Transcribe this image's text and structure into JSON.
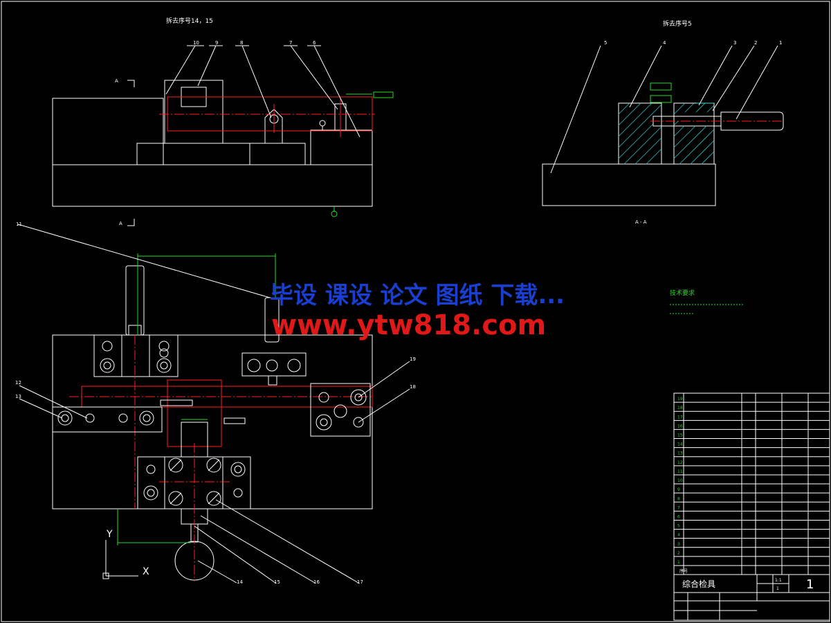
{
  "views": {
    "front_title": "拆去序号14，15",
    "side_title": "拆去序号5",
    "section_label_a": "A",
    "section_name": "A - A"
  },
  "tech_requirements": {
    "heading": "技术要求"
  },
  "axis": {
    "y": "Y",
    "x": "X"
  },
  "watermark": {
    "line1": "毕设 课设 论文 图纸 下载...",
    "line2": "www.ytw818.com"
  },
  "balloons": {
    "top_left": [
      "10",
      "9",
      "8",
      "7",
      "6"
    ],
    "top_right": [
      "5",
      "4",
      "3",
      "2",
      "1"
    ],
    "plan": [
      "11",
      "12",
      "13",
      "19",
      "18"
    ],
    "bottom": [
      "14",
      "15",
      "16",
      "17"
    ]
  },
  "title_block": {
    "drawing_name": "综合检具",
    "scale_value": "1:1",
    "quantity_value": "1",
    "sheet_number": "1",
    "header_seq": "序号"
  },
  "parts_rows": [
    "19",
    "18",
    "17",
    "16",
    "15",
    "14",
    "13",
    "12",
    "11",
    "10",
    "9",
    "8",
    "7",
    "6",
    "5",
    "4",
    "3",
    "2",
    "1"
  ],
  "colors": {
    "outline": "#ffffff",
    "center": "#ff2020",
    "dimension": "#22dd22",
    "hatch": "#28c8c8",
    "watermark_blue": "#1a3fd0",
    "watermark_red": "#e01818"
  }
}
